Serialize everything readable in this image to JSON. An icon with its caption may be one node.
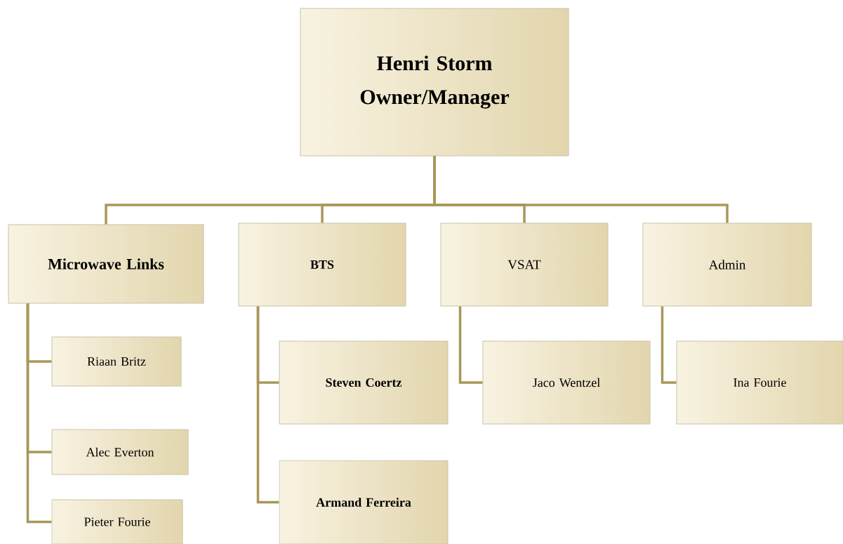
{
  "diagram": {
    "nodes": [
      {
        "text": [
          "Henri Storm",
          "Owner/Manager"
        ]
      },
      {
        "text": [
          "Microwave Links"
        ]
      },
      {
        "text": [
          "BTS"
        ]
      },
      {
        "text": [
          "VSAT"
        ]
      },
      {
        "text": [
          "Admin"
        ]
      },
      {
        "text": [
          "Riaan Britz"
        ]
      },
      {
        "text": [
          "Alec Everton"
        ]
      },
      {
        "text": [
          "Pieter Fourie"
        ]
      },
      {
        "text": [
          "Steven Coertz"
        ]
      },
      {
        "text": [
          "Armand Ferreira"
        ]
      },
      {
        "text": [
          "Jaco Wentzel"
        ]
      },
      {
        "text": [
          "Ina Fourie"
        ]
      }
    ],
    "edges": [
      {
        "from": 0,
        "to": 1,
        "arrow": "none"
      },
      {
        "from": 0,
        "to": 2,
        "arrow": "none"
      },
      {
        "from": 0,
        "to": 3,
        "arrow": "none"
      },
      {
        "from": 0,
        "to": 4,
        "arrow": "none"
      },
      {
        "from": 1,
        "to": 5,
        "arrow": "none"
      },
      {
        "from": 1,
        "to": 6,
        "arrow": "none"
      },
      {
        "from": 1,
        "to": 7,
        "arrow": "none"
      },
      {
        "from": 2,
        "to": 8,
        "arrow": "none"
      },
      {
        "from": 2,
        "to": 9,
        "arrow": "none"
      },
      {
        "from": 3,
        "to": 10,
        "arrow": "none"
      },
      {
        "from": 4,
        "to": 11,
        "arrow": "none"
      }
    ]
  }
}
